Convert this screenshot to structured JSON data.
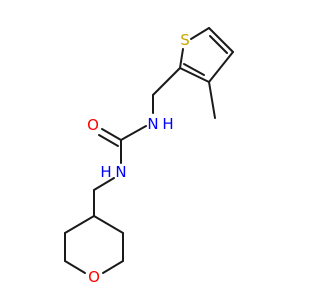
{
  "colors": {
    "background": "#ffffff",
    "bond": "#1a1a1a",
    "sulfur": "#c8a800",
    "oxygen": "#ff0000",
    "nitrogen": "#0000ff"
  },
  "atoms": {
    "sulfur": "S",
    "carbonyl_oxygen": "O",
    "ring_oxygen": "O",
    "nh_upper": "N",
    "nh_upper_h": "H",
    "nh_lower": "N",
    "nh_lower_h": "H"
  }
}
